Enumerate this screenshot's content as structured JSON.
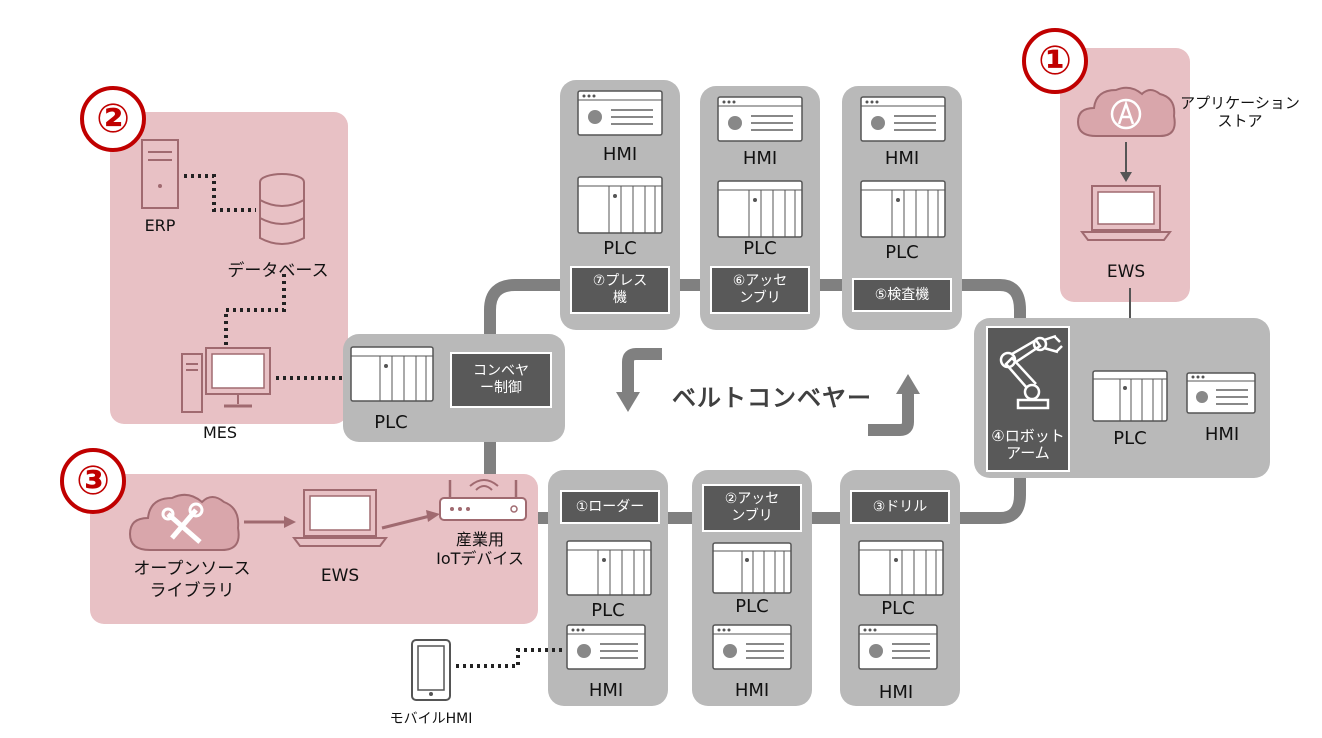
{
  "markers": {
    "one": "①",
    "two": "②",
    "three": "③"
  },
  "zone1": {
    "cloud_label": "アプリケーション\nストア",
    "ews": "EWS"
  },
  "zone2": {
    "erp": "ERP",
    "database": "データベース",
    "mes": "MES"
  },
  "zone3": {
    "oss": "オープンソース\nライブラリ",
    "ews": "EWS",
    "iot": "産業用\nIoTデバイス"
  },
  "conveyor": {
    "label": "ベルトコンベヤー",
    "plc": "PLC",
    "tag": "コンベヤ\nー制御"
  },
  "top_stations": [
    {
      "hmi": "HMI",
      "plc": "PLC",
      "tag": "⑦プレス\n機"
    },
    {
      "hmi": "HMI",
      "plc": "PLC",
      "tag": "⑥アッセ\nンブリ"
    },
    {
      "hmi": "HMI",
      "plc": "PLC",
      "tag": "⑤検査機"
    }
  ],
  "bottom_stations": [
    {
      "tag": "①ローダー",
      "plc": "PLC",
      "hmi": "HMI"
    },
    {
      "tag": "②アッセ\nンブリ",
      "plc": "PLC",
      "hmi": "HMI"
    },
    {
      "tag": "③ドリル",
      "plc": "PLC",
      "hmi": "HMI"
    }
  ],
  "robot": {
    "tag": "④ロボット\nアーム",
    "plc": "PLC",
    "hmi": "HMI"
  },
  "mobile": {
    "label": "モバイルHMI"
  },
  "colors": {
    "zone": "#e8c1c5",
    "station": "#b9b9b9",
    "tag": "#595959",
    "marker": "#c00000",
    "belt": "#808080"
  }
}
